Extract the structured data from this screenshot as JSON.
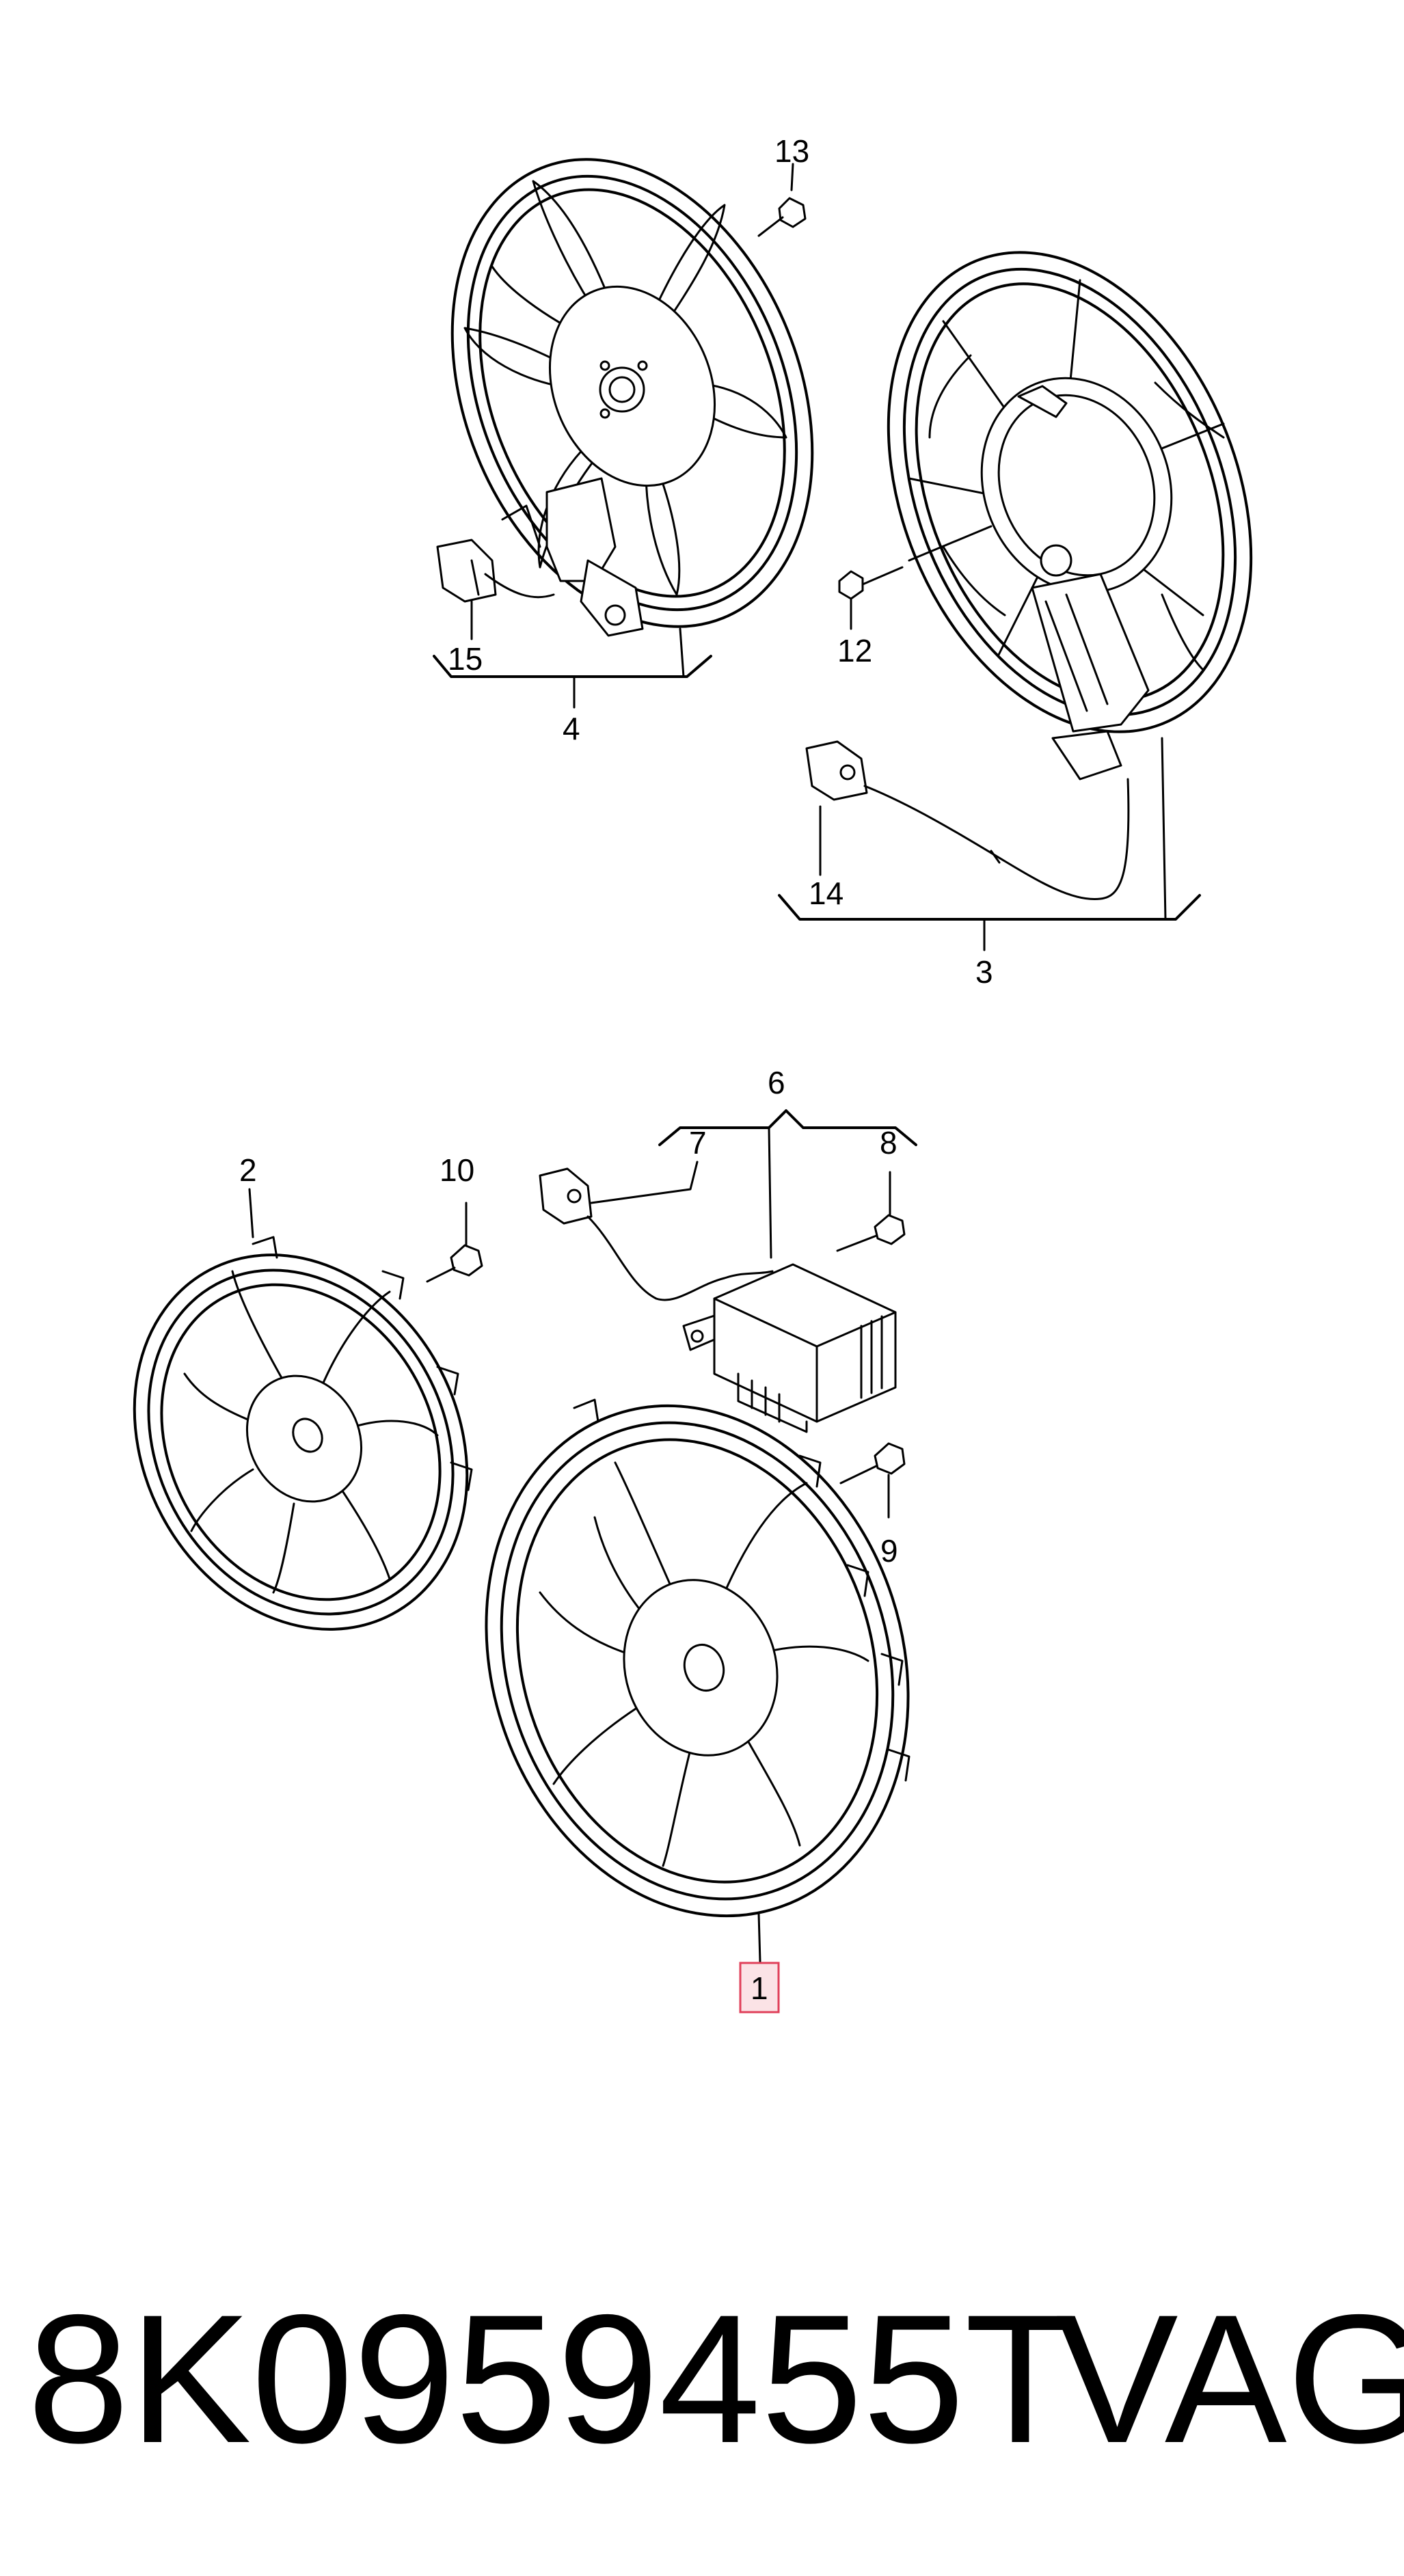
{
  "callouts": {
    "c1": "1",
    "c2": "2",
    "c3": "3",
    "c4": "4",
    "c6": "6",
    "c7": "7",
    "c8": "8",
    "c9": "9",
    "c10": "10",
    "c12": "12",
    "c13": "13",
    "c14": "14",
    "c15": "15"
  },
  "footer": {
    "part_number": "8K0959455T",
    "brand": "VAG"
  },
  "colors": {
    "highlight_fill": "#fbe3e6",
    "highlight_stroke": "#e0405a",
    "line": "#000000"
  }
}
